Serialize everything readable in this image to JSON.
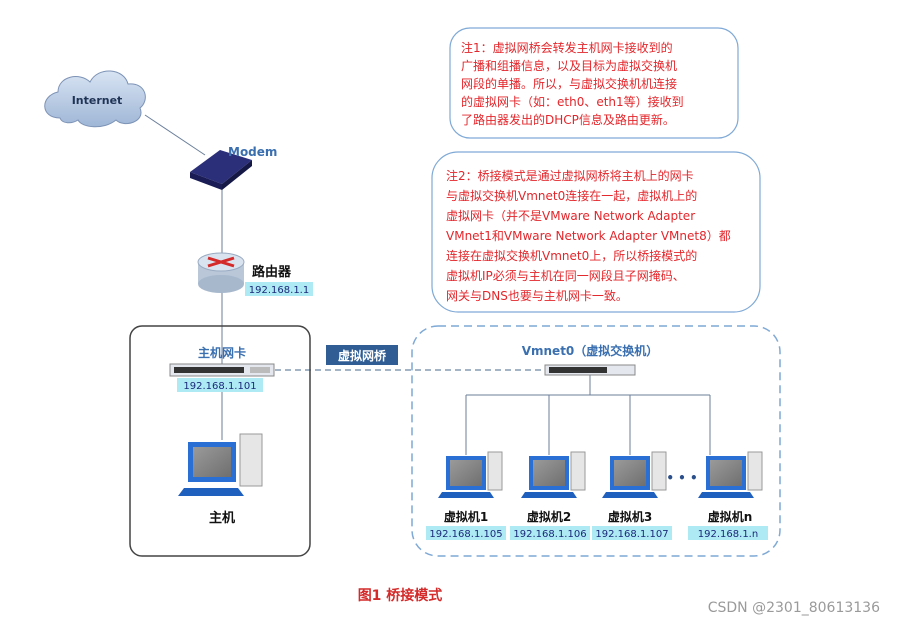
{
  "internet_label": "Internet",
  "modem_label": "Modem",
  "router": {
    "label": "路由器",
    "ip": "192.168.1.1"
  },
  "host_nic": {
    "label": "主机网卡",
    "ip": "192.168.1.101"
  },
  "host_label": "主机",
  "bridge_label": "虚拟网桥",
  "vswitch_label": "Vmnet0（虚拟交换机）",
  "vms": [
    {
      "label": "虚拟机1",
      "ip": "192.168.1.105"
    },
    {
      "label": "虚拟机2",
      "ip": "192.168.1.106"
    },
    {
      "label": "虚拟机3",
      "ip": "192.168.1.107"
    },
    {
      "label": "虚拟机n",
      "ip": "192.168.1.n"
    }
  ],
  "ellipsis": "• • •",
  "note1_lines": [
    "注1：虚拟网桥会转发主机网卡接收到的",
    "广播和组播信息，以及目标为虚拟交换机",
    "网段的单播。所以，与虚拟交换机机连接",
    "的虚拟网卡（如：eth0、eth1等）接收到",
    "了路由器发出的DHCP信息及路由更新。"
  ],
  "note2_lines": [
    "注2：桥接模式是通过虚拟网桥将主机上的网卡",
    "与虚拟交换机Vmnet0连接在一起，虚拟机上的",
    "虚拟网卡（并不是VMware Network Adapter",
    "VMnet1和VMware Network Adapter VMnet8）都",
    "连接在虚拟交换机Vmnet0上，所以桥接模式的",
    "虚拟机IP必须与主机在同一网段且子网掩码、",
    "网关与DNS也要与主机网卡一致。"
  ],
  "caption": "图1  桥接模式",
  "watermark": "CSDN @2301_80613136",
  "colors": {
    "note_text": "#e3262b",
    "label_blue": "#3a6fb0",
    "ip_bg": "#aeeaf4",
    "bridge_bg": "#2f5d94"
  }
}
